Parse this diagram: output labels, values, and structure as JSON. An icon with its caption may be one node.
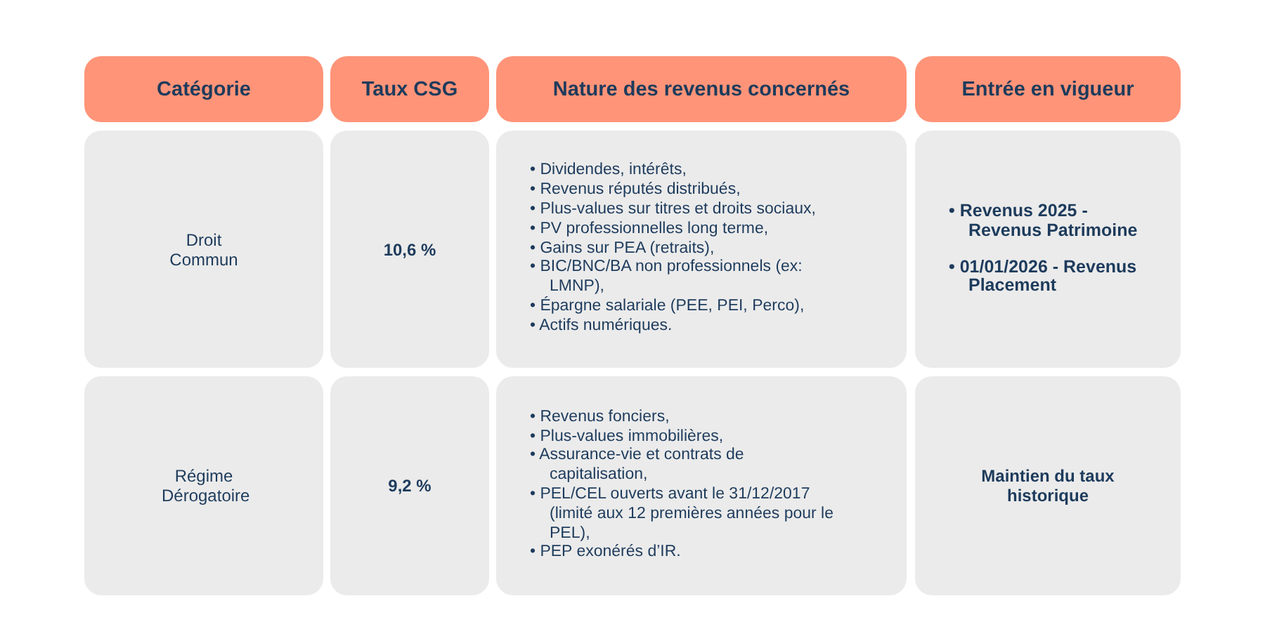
{
  "diagram": {
    "nodes": [
      {
        "text": [
          "Catégorie"
        ]
      },
      {
        "text": [
          "Taux CSG"
        ]
      },
      {
        "text": [
          "Nature des revenus concernés"
        ]
      },
      {
        "text": [
          "Entrée en vigueur"
        ]
      },
      {
        "text": [
          "Droit Commun"
        ]
      },
      {
        "text": [
          "10,6 %"
        ]
      },
      {
        "text": [
          "• Dividendes, intérêts,",
          "• Revenus réputés distribués,",
          "• Plus-values sur titres et droits sociaux,",
          "• PV professionnelles long terme,",
          "• Gains sur PEA (retraits),",
          "• BIC/BNC/BA non professionnels (ex: LMNP),",
          "• Épargne salariale (PEE, PEI, Perco),",
          "• Actifs numériques."
        ]
      },
      {
        "text": [
          "• Revenus 2025 - Revenus Patrimoine",
          "• 01/01/2026 - Revenus Placement"
        ]
      },
      {
        "text": [
          "Régime Dérogatoire"
        ]
      },
      {
        "text": [
          "9,2 %"
        ]
      },
      {
        "text": [
          "• Revenus fonciers,",
          "• Plus-values immobilières,",
          "• Assurance-vie et contrats de capitalisation,",
          "• PEL/CEL ouverts avant le 31/12/2017 (limité aux 12 premières années pour le PEL),",
          "• PEP exonérés d’IR."
        ]
      },
      {
        "text": [
          "Maintien du taux historique"
        ]
      }
    ]
  }
}
